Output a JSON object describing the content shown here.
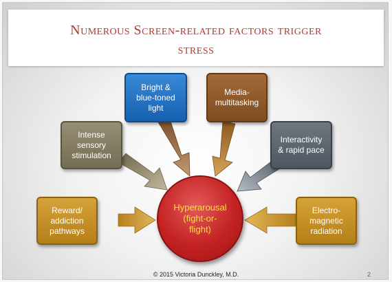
{
  "slide": {
    "title_line1": "Numerous Screen-related  factors  trigger",
    "title_line2": "stress",
    "center": "Hyperarousal\n(fight-or-\nflight)",
    "factors": {
      "bright_light": "Bright &\nblue-toned\nlight",
      "media_multitasking": "Media-\nmultitasking",
      "sensory": "Intense\nsensory\nstimulation",
      "interactivity": "Interactivity\n& rapid pace",
      "reward": "Reward/\naddiction\npathways",
      "electromagnetic": "Electro-\nmagnetic\nradiation"
    },
    "credit": "© 2015 Victoria Dunckley, M.D.",
    "page_number": "2"
  },
  "colors": {
    "title": "#b23a2a",
    "blue_box": "#1f6fc2",
    "brown_box": "#8e5a2b",
    "olive_box": "#857e65",
    "slate_box": "#5e6670",
    "amber_box": "#c9911f",
    "hub": "#c42222",
    "hub_text": "#f4e23a"
  }
}
